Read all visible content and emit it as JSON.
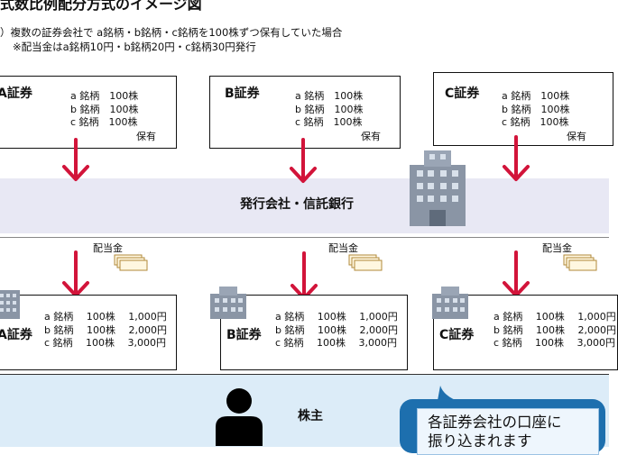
{
  "title": "式数比例配分方式のイメージ図",
  "intro": {
    "line1": "）複数の証券会社で a銘柄・b銘柄・c銘柄を100株ずつ保有していた場合",
    "line2": "※配当金はa銘柄10円・b銘柄20円・c銘柄30円発行"
  },
  "holdings_top": [
    {
      "firm": "A証券",
      "rows": "a 銘柄　100株\nb 銘柄　100株\nc 銘柄　100株",
      "held_label": "保有"
    },
    {
      "firm": "B証券",
      "rows": "a 銘柄　100株\nb 銘柄　100株\nc 銘柄　100株",
      "held_label": "保有"
    },
    {
      "firm": "C証券",
      "rows": "a 銘柄　100株\nb 銘柄　100株\nc 銘柄　100株",
      "held_label": "保有"
    }
  ],
  "issuer": {
    "label": "発行会社・信託銀行"
  },
  "dividend_label": "配当金",
  "holdings_bottom": [
    {
      "firm": "A証券",
      "rows": "a 銘柄　 100株　 1,000円\nb 銘柄　 100株　 2,000円\nc 銘柄　 100株　 3,000円"
    },
    {
      "firm": "B証券",
      "rows": "a 銘柄　 100株　 1,000円\nb 銘柄　 100株　 2,000円\nc 銘柄　 100株　 3,000円"
    },
    {
      "firm": "C証券",
      "rows": "a 銘柄　 100株　 1,000円\nb 銘柄　 100株　 2,000円\nc 銘柄　 100株　 3,000円"
    }
  ],
  "shareholder": {
    "label": "株主"
  },
  "bubble": {
    "text": "各証券会社の口座に\n振り込まれます"
  },
  "colors": {
    "arrow": "#d2143a",
    "issuer_band": "#e8e8f4",
    "holder_band": "#dcecf8",
    "bubble": "#1d6fae"
  }
}
